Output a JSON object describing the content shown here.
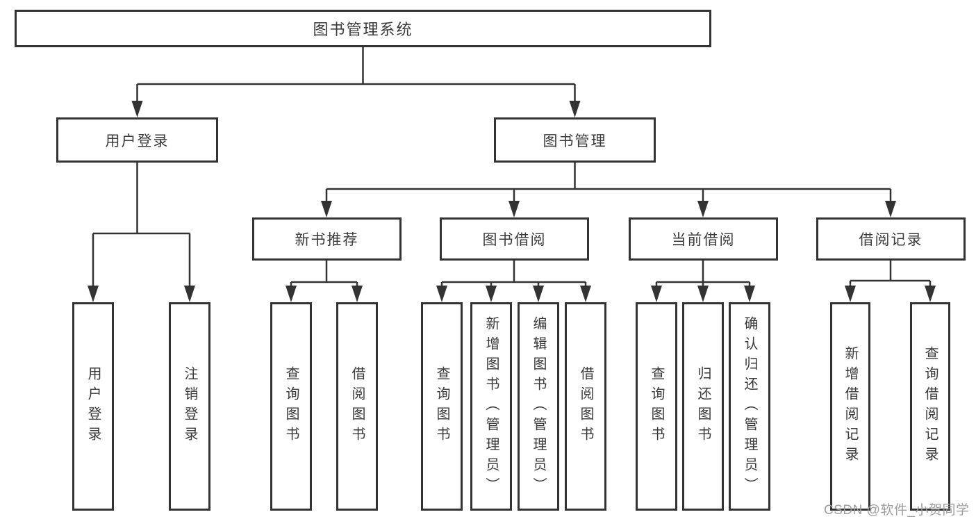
{
  "tree": {
    "label": "图书管理系统",
    "children": [
      {
        "label": "用户登录",
        "children": [
          {
            "label": "用户登录"
          },
          {
            "label": "注销登录"
          }
        ]
      },
      {
        "label": "图书管理",
        "children": [
          {
            "label": "新书推荐",
            "children": [
              {
                "label": "查询图书"
              },
              {
                "label": "借阅图书"
              }
            ]
          },
          {
            "label": "图书借阅",
            "children": [
              {
                "label": "查询图书"
              },
              {
                "label": "新增图书（管理员）"
              },
              {
                "label": "编辑图书（管理员）"
              },
              {
                "label": "借阅图书"
              }
            ]
          },
          {
            "label": "当前借阅",
            "children": [
              {
                "label": "查询图书"
              },
              {
                "label": "归还图书"
              },
              {
                "label": "确认归还（管理员）"
              }
            ]
          },
          {
            "label": "借阅记录",
            "children": [
              {
                "label": "新增借阅记录"
              },
              {
                "label": "查询借阅记录"
              }
            ]
          }
        ]
      }
    ]
  },
  "watermark": "CSDN @软件_小贺同学",
  "colors": {
    "line": "#333333",
    "text": "#3a3a3a",
    "watermark": "#9e9e9e",
    "background": "#ffffff"
  }
}
